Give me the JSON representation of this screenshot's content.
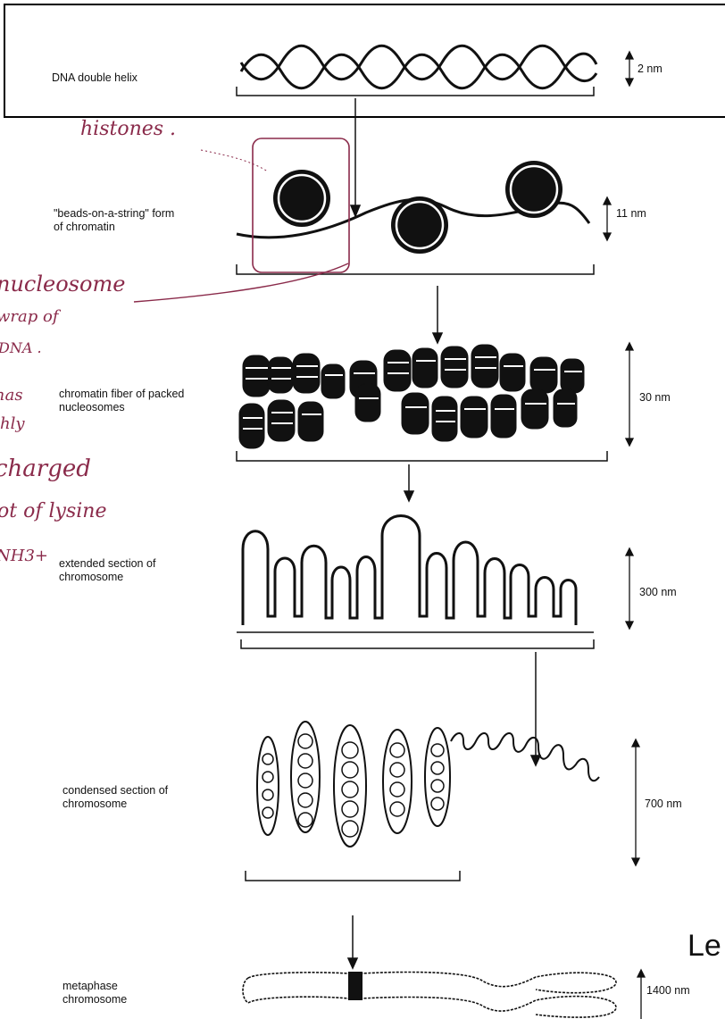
{
  "stages": [
    {
      "label": "DNA double helix",
      "dimension": "2 nm"
    },
    {
      "label": "\"beads-on-a-string\" form of chromatin",
      "dimension": "11 nm"
    },
    {
      "label": "chromatin fiber of packed nucleosomes",
      "dimension": "30 nm"
    },
    {
      "label": "extended section of chromosome",
      "dimension": "300 nm"
    },
    {
      "label": "condensed section of chromosome",
      "dimension": "700 nm"
    },
    {
      "label": "metaphase chromosome",
      "dimension": "1400 nm"
    }
  ],
  "annotations": {
    "histones": "histones .",
    "nucleosome": "nucleosome",
    "wrap": "wrap of",
    "dna": "DNA .",
    "has": "has",
    "highly": "hly",
    "charged": "charged",
    "lysine": "lot of lysine",
    "nh3": "NH3+"
  },
  "cropped_text": "Le",
  "colors": {
    "ink": "#111111",
    "handwriting": "#8a2a4a"
  }
}
